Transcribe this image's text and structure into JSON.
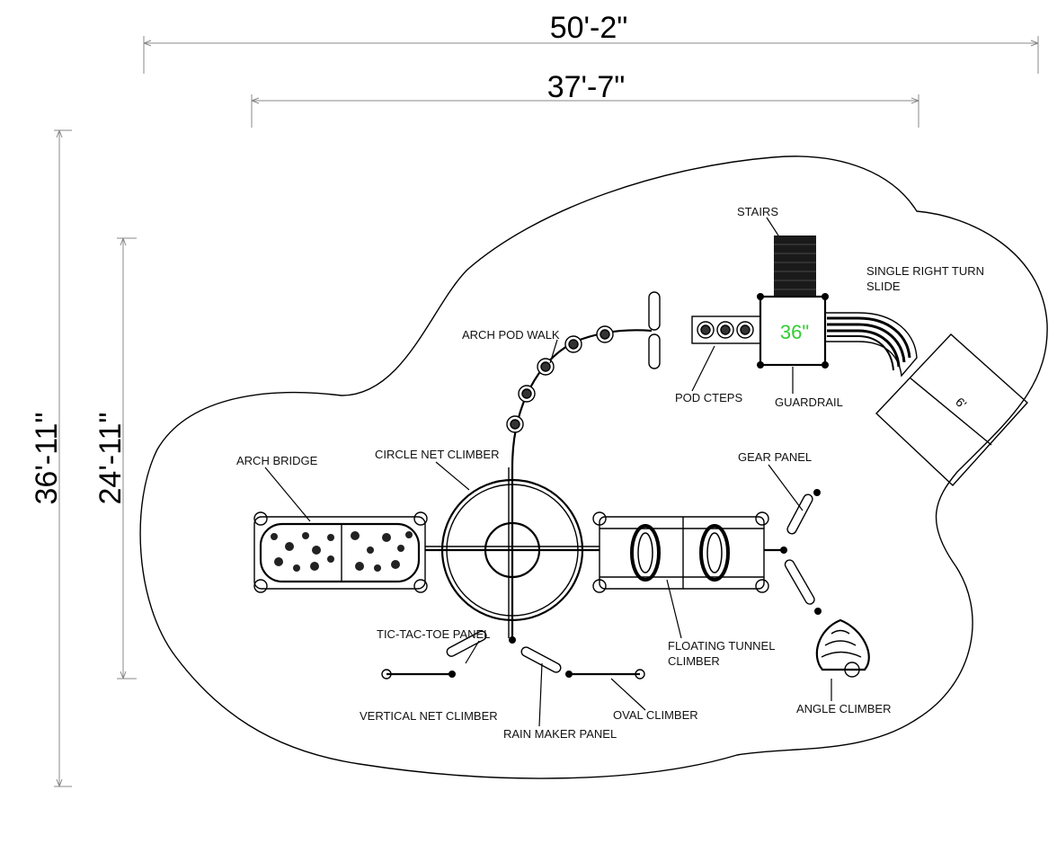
{
  "dimensions": {
    "overall_width": "50'-2\"",
    "inner_width": "37'-7\"",
    "overall_depth": "36'-11\"",
    "inner_depth": "24'-11\""
  },
  "labels": {
    "stairs": "STAIRS",
    "slide_line1": "SINGLE RIGHT TURN",
    "slide_line2": "SLIDE",
    "arch_pod_walk": "ARCH POD WALK",
    "deck_height": "36\"",
    "pod_steps": "POD CTEPS",
    "guardrail": "GUARDRAIL",
    "slide_zone": "6'",
    "arch_bridge": "ARCH BRIDGE",
    "circle_net_climber": "CIRCLE NET CLIMBER",
    "gear_panel": "GEAR PANEL",
    "tic_tac_toe_panel": "TIC-TAC-TOE PANEL",
    "floating_tunnel_line1": "FLOATING TUNNEL",
    "floating_tunnel_line2": "CLIMBER",
    "vertical_net_climber": "VERTICAL NET CLIMBER",
    "oval_climber": "OVAL CLIMBER",
    "rain_maker_panel": "RAIN MAKER PANEL",
    "angle_climber": "ANGLE CLIMBER"
  },
  "colors": {
    "deck_height_text": "#33cc33",
    "ink": "#000000",
    "dimension_line": "#888888"
  }
}
